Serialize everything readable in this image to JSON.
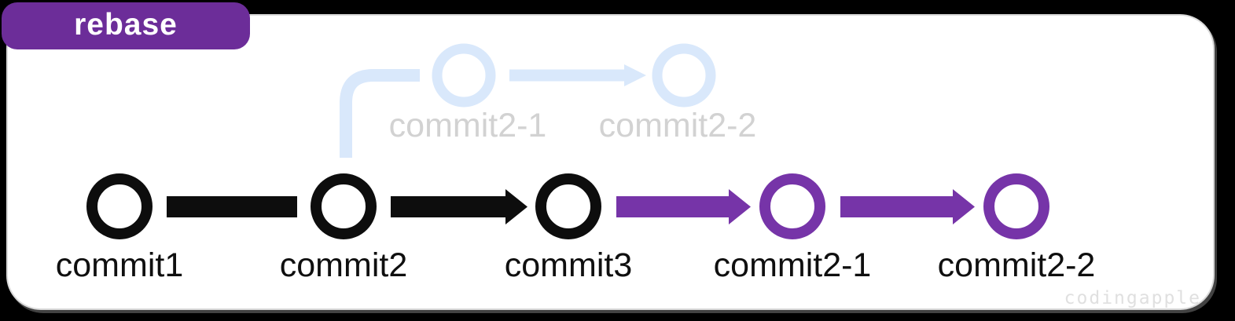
{
  "badge": {
    "label": "rebase"
  },
  "watermark": "codingapple",
  "colors": {
    "background_outside": "#000000",
    "card_background": "#ffffff",
    "card_border": "#d9d9d9",
    "badge_purple": "#6c2d99",
    "badge_text": "#ffffff",
    "graph_black": "#0d0d0d",
    "graph_purple": "#7634a8",
    "faded_blue": "#d9e8fb",
    "faded_label_gray": "#d2d2d2",
    "label_black": "#0f0f0f",
    "watermark_gray": "#e0e0e0"
  },
  "diagram": {
    "type": "git-commit-graph",
    "operation": "rebase",
    "main_branch": {
      "nodes": [
        {
          "label": "commit1",
          "style": "black"
        },
        {
          "label": "commit2",
          "style": "black"
        },
        {
          "label": "commit3",
          "style": "black"
        },
        {
          "label": "commit2-1",
          "style": "purple"
        },
        {
          "label": "commit2-2",
          "style": "purple"
        }
      ],
      "connectors": [
        {
          "from": "commit1",
          "to": "commit2",
          "shape": "line",
          "style": "black"
        },
        {
          "from": "commit2",
          "to": "commit3",
          "shape": "arrow",
          "style": "black"
        },
        {
          "from": "commit3",
          "to": "commit2-1",
          "shape": "arrow",
          "style": "purple"
        },
        {
          "from": "commit2-1",
          "to": "commit2-2",
          "shape": "arrow",
          "style": "purple"
        }
      ]
    },
    "faded_branch": {
      "branches_from": "commit2",
      "nodes": [
        {
          "label": "commit2-1"
        },
        {
          "label": "commit2-2"
        }
      ],
      "connectors": [
        {
          "from": "commit2-1",
          "to": "commit2-2",
          "shape": "arrow",
          "style": "faded"
        }
      ]
    }
  }
}
